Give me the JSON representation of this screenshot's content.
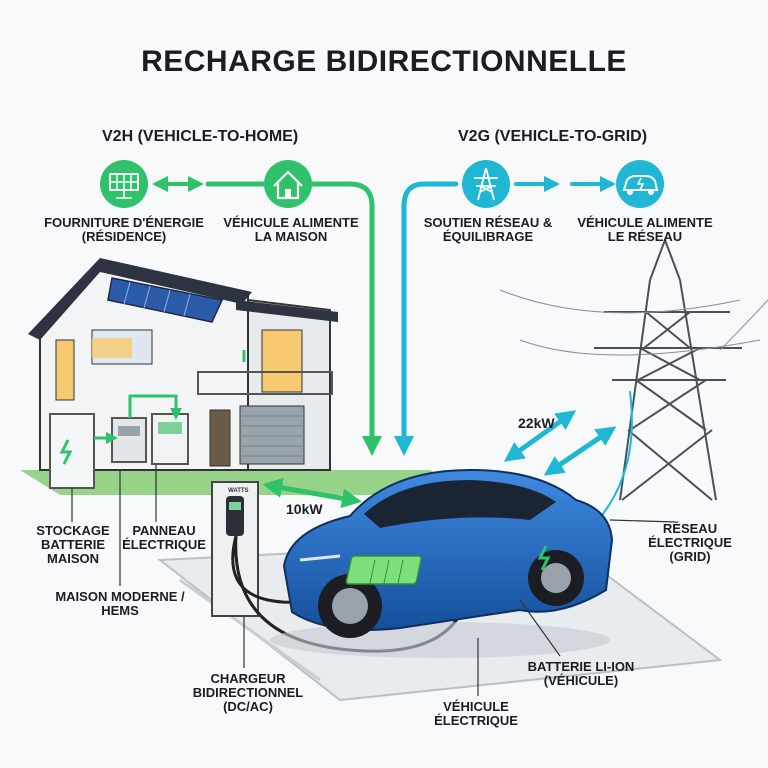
{
  "title": "RECHARGE BIDIRECTIONNELLE",
  "sections": {
    "v2h": "V2H (VEHICLE-TO-HOME)",
    "v2g": "V2G (VEHICLE-TO-GRID)"
  },
  "steps": {
    "energy_supply": "FOURNITURE D'ÉNERGIE (RÉSIDENCE)",
    "vehicle_powers_home": "VÉHICULE ALIMENTE LA MAISON",
    "grid_support": "SOUTIEN RÉSEAU & ÉQUILIBRAGE",
    "vehicle_powers_grid": "VÉHICULE ALIMENTE LE RÉSEAU"
  },
  "icons": [
    "solar-panel-icon",
    "house-icon",
    "transmission-tower-icon",
    "electric-car-icon"
  ],
  "power": {
    "home": "10kW",
    "grid": "22kW"
  },
  "labels": {
    "battery_storage": "STOCKAGE BATTERIE MAISON",
    "electrical_panel": "PANNEAU ÉLECTRIQUE",
    "modern_home": "MAISON MODERNE / HEMS",
    "charger": "CHARGEUR BIDIRECTIONNEL (DC/AC)",
    "vehicle": "VÉHICULE ÉLECTRIQUE",
    "battery": "BATTERIE LI-ION (VÉHICULE)",
    "grid": "RÉSEAU ÉLECTRIQUE (GRID)"
  },
  "charger_brand": "WATTS",
  "colors": {
    "v2h_green": "#2fc26b",
    "v2g_cyan": "#1fb7d4",
    "car_blue": "#1f63b8",
    "ink": "#1b1d22"
  }
}
